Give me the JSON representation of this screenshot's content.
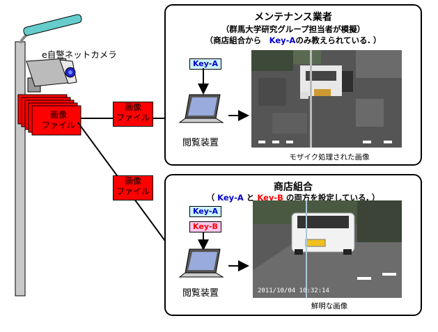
{
  "camera": {
    "label": "e自警ネットカメラ",
    "image_file_label": [
      "画像",
      "ファイル"
    ]
  },
  "maintenance_panel": {
    "title": "メンテナンス業者",
    "subtitle": "（群馬大学研究グループ担当者が模擬）",
    "note_before": "（商店組合から　",
    "note_key": "Key-A",
    "note_after": "のみ教えられている. ）",
    "key_label": "Key-A",
    "viewer_label": "閲覧装置",
    "image_caption": "モザイク処理された画像"
  },
  "shop_panel": {
    "title": "商店組合",
    "note_open": "（ ",
    "note_key_a": "Key-A",
    "note_mid": " と ",
    "note_key_b": "Key-B",
    "note_after": "  の両方を設定している. ）",
    "key_a_label": "Key-A",
    "key_b_label": "Key-B",
    "viewer_label": "閲覧装置",
    "image_caption": "鮮明な画像",
    "timestamp": "2011/10/04  10:32:14"
  },
  "flow_labels": {
    "top": [
      "画像",
      "ファイル"
    ],
    "bottom": [
      "画像",
      "ファイル"
    ]
  },
  "colors": {
    "key_a_fill": "#ccf2ff",
    "key_b_fill": "#ffc8ee",
    "file_red": "#ff0000",
    "key_a_text": "#0000cc",
    "key_b_text": "#ff0000"
  }
}
